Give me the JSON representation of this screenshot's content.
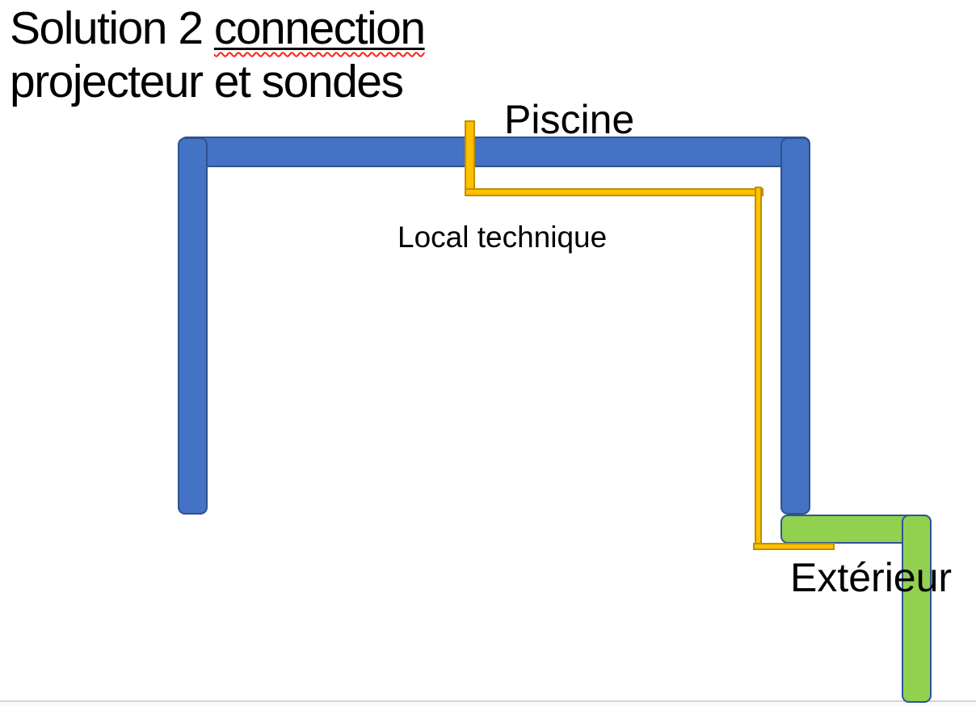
{
  "title": {
    "prefix": "Solution 2 ",
    "underlined_word": "connection",
    "line2": "projecteur et sondes"
  },
  "labels": {
    "pool": "Piscine",
    "technical_room": "Local technique",
    "exterior": "Extérieur"
  },
  "diagram": {
    "pool_wall_shape": "blue U-shaped wall (left, top, right bars)",
    "cable_shape": "yellow elbow connector from pool edge down to exterior",
    "exterior_wall_shape": "green L-shaped wall at bottom right"
  },
  "colors": {
    "wall_fill": "#4472C4",
    "wall_border": "#2F528F",
    "cable_fill": "#FFC000",
    "cable_border": "#BF8F00",
    "exterior_fill": "#92D050",
    "exterior_border": "#2E5597",
    "spellcheck": "#FF2015",
    "slide_edge": "#D6D6D6",
    "text": "#000000"
  }
}
